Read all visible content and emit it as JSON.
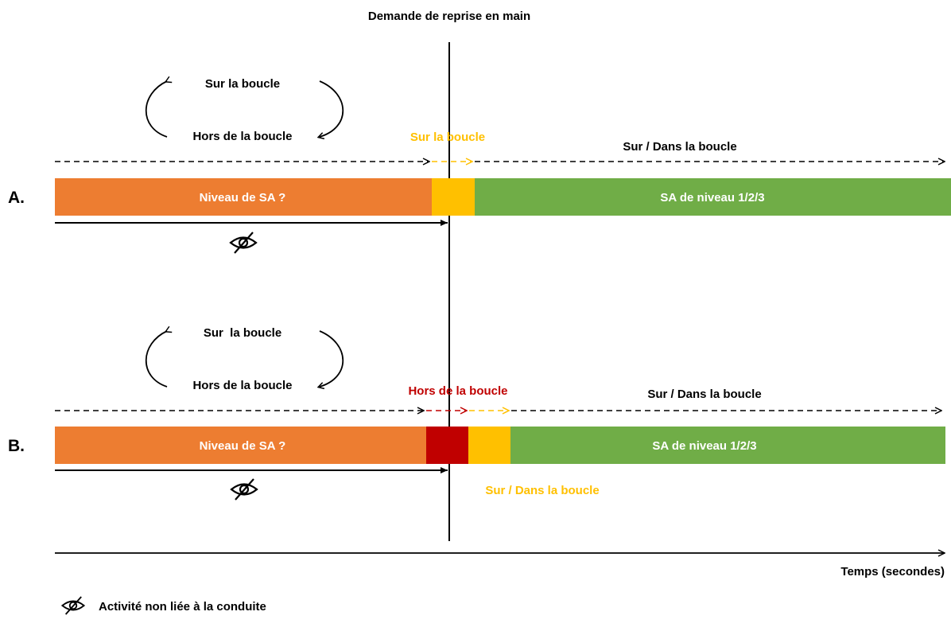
{
  "title": "Demande de reprise en main",
  "colors": {
    "orange": "#ED7D31",
    "yellow": "#FFC000",
    "green": "#70AD47",
    "red": "#C00000",
    "black": "#000000",
    "white": "#ffffff"
  },
  "panels": {
    "a": {
      "letter": "A.",
      "cycle_top": "Sur la boucle",
      "cycle_bottom": "Hors de la boucle",
      "transition_label": "Sur la boucle",
      "arrow_label": "Sur / Dans la boucle",
      "bar_orange": "Niveau de SA ?",
      "bar_green": "SA de niveau 1/2/3"
    },
    "b": {
      "letter": "B.",
      "cycle_top": "Sur  la boucle",
      "cycle_bottom": "Hors de la boucle",
      "transition_label": "Hors de la boucle",
      "arrow_label": "Sur / Dans la boucle",
      "below_label": "Sur / Dans la boucle",
      "bar_orange": "Niveau de SA ?",
      "bar_green": "SA de niveau 1/2/3"
    }
  },
  "axis": {
    "label": "Temps (secondes)"
  },
  "legend": {
    "icon": "eye-slash-icon",
    "text": "Activité non liée à la conduite"
  }
}
